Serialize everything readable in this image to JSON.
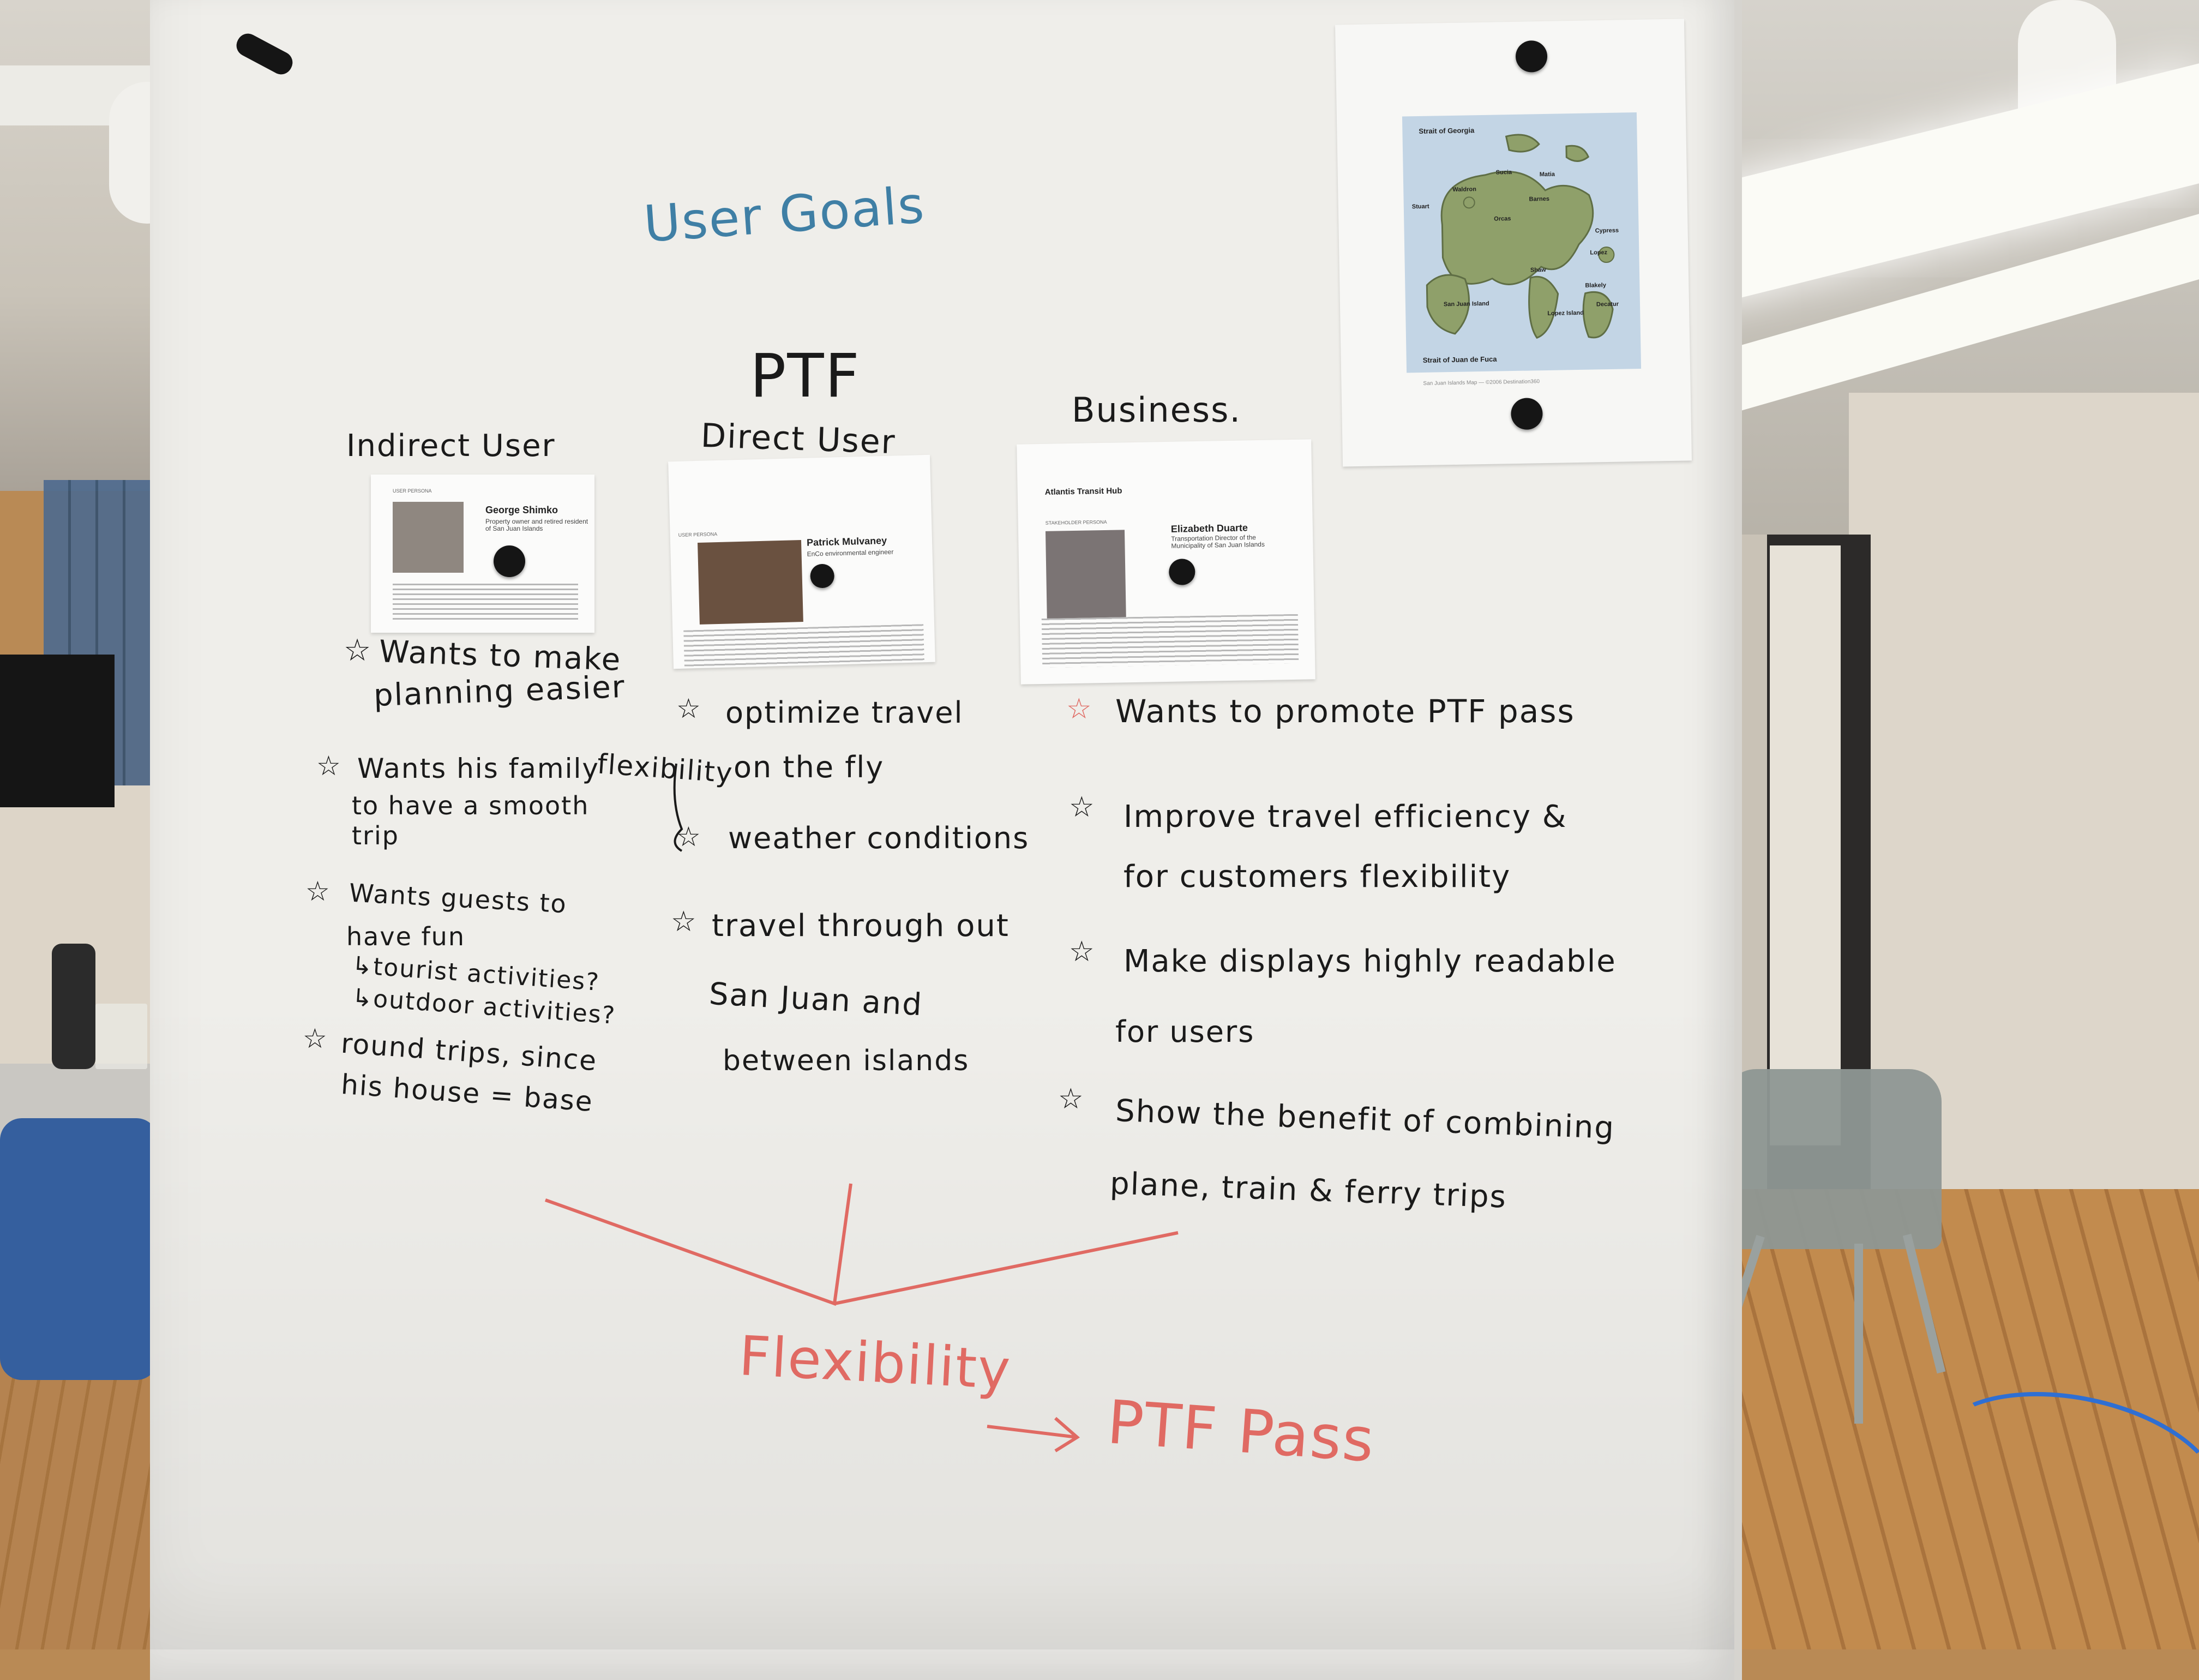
{
  "board": {
    "heading": "User Goals",
    "columns": [
      {
        "header": "Indirect User",
        "persona": {
          "tag": "USER PERSONA",
          "name": "George Shimko",
          "role": "Property owner and retired resident of San Juan Islands"
        },
        "goals": [
          [
            "Wants to make",
            "planning easier"
          ],
          [
            "Wants his family",
            "to have a smooth",
            "trip"
          ],
          [
            "Wants guests to",
            "have fun",
            "↳tourist activities?",
            "↳outdoor activities?"
          ],
          [
            "round trips, since",
            "his house = base"
          ]
        ]
      },
      {
        "group_label": "PTF",
        "header": "Direct User",
        "side_note": "flexibility",
        "persona": {
          "tag": "USER PERSONA",
          "name": "Patrick Mulvaney",
          "role": "EnCo environmental engineer"
        },
        "goals": [
          [
            "optimize travel",
            "on the fly"
          ],
          [
            "weather conditions"
          ],
          [
            "travel through out",
            "San Juan and",
            "between islands"
          ]
        ]
      },
      {
        "header": "Business.",
        "persona": {
          "org": "Atlantis Transit Hub",
          "tag": "STAKEHOLDER PERSONA",
          "name": "Elizabeth Duarte",
          "role": "Transportation Director of the Municipality of San Juan Islands"
        },
        "goals": [
          [
            "Wants to promote PTF pass"
          ],
          [
            "Improve travel efficiency &",
            "for customers flexibility"
          ],
          [
            "Make displays highly readable",
            "for users"
          ],
          [
            "Show the benefit of combining",
            "plane, train & ferry trips"
          ]
        ]
      }
    ],
    "conclusion": {
      "left": "Flexibility",
      "right": "PTF Pass"
    },
    "map": {
      "top_label": "Strait of Georgia",
      "bottom_label": "Strait of Juan de Fuca",
      "caption": "San Juan Islands Map — ©2006 Destination360",
      "places": [
        "Sucia",
        "Matia",
        "Stuart",
        "Waldron",
        "Orcas",
        "Barnes",
        "Lopez",
        "San Juan Island",
        "Lopez Island",
        "Blakely",
        "Decatur",
        "Shaw",
        "Cypress"
      ]
    }
  },
  "colors": {
    "marker_black": "#1a1a1a",
    "marker_blue": "#3f7fa5",
    "marker_red": "#e06a63",
    "board": "#efeeea"
  }
}
